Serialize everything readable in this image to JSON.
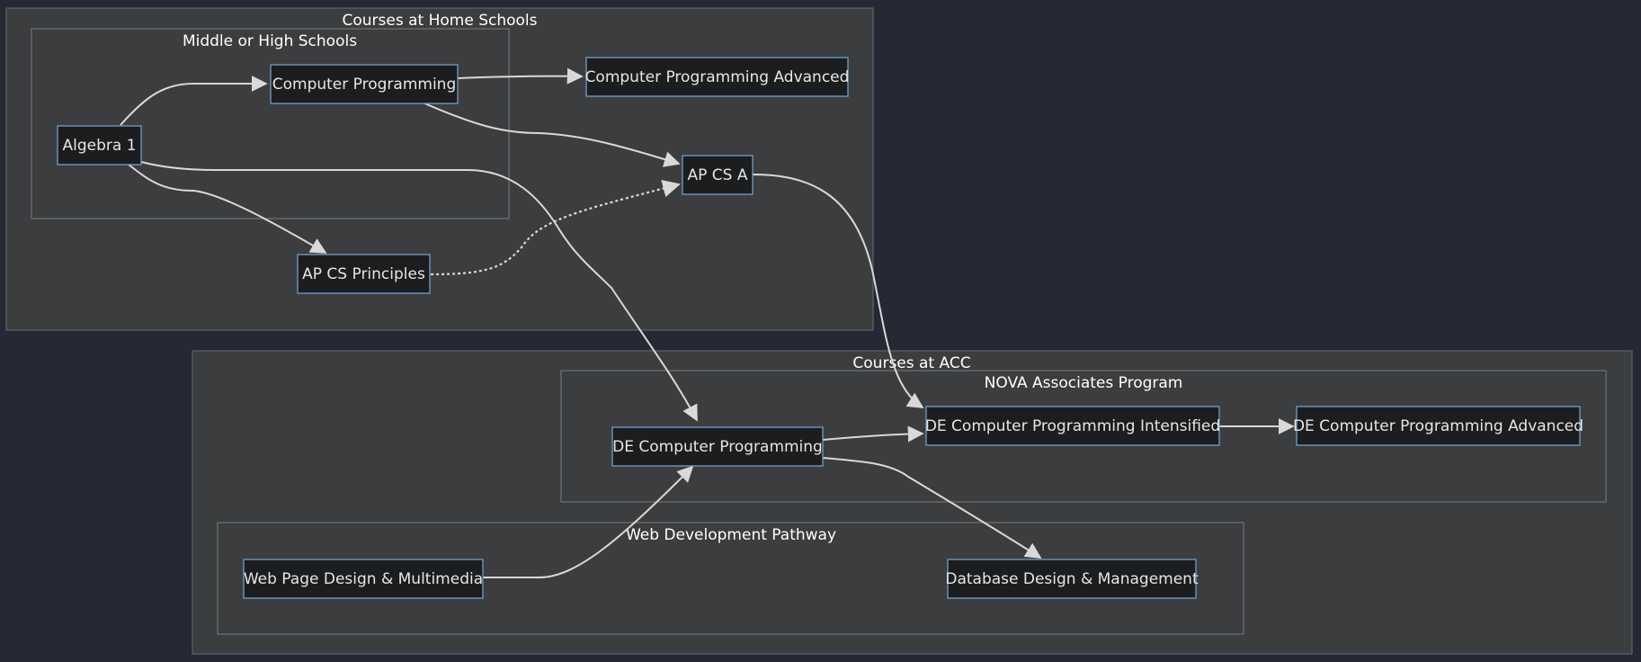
{
  "clusters": {
    "home_schools": "Courses at Home Schools",
    "middle_high": "Middle or High Schools",
    "acc": "Courses at ACC",
    "nova": "NOVA Associates Program",
    "web_dev": "Web Development Pathway"
  },
  "nodes": {
    "algebra1": "Algebra 1",
    "comp_prog": "Computer Programming",
    "comp_prog_adv": "Computer Programming Advanced",
    "apcsa": "AP CS A",
    "apcsp": "AP CS Principles",
    "de_comp_prog": "DE Computer Programming",
    "de_comp_prog_int": "DE Computer Programming Intensified",
    "de_comp_prog_adv": "DE Computer Programming Advanced",
    "web_design": "Web Page Design & Multimedia",
    "db_design": "Database Design & Management"
  },
  "colors": {
    "background": "#252933",
    "cluster_fill": "#3c3d3e",
    "node_fill": "#1c1d1f",
    "node_border": "#6a98c4",
    "edge": "#d9d9d9"
  }
}
